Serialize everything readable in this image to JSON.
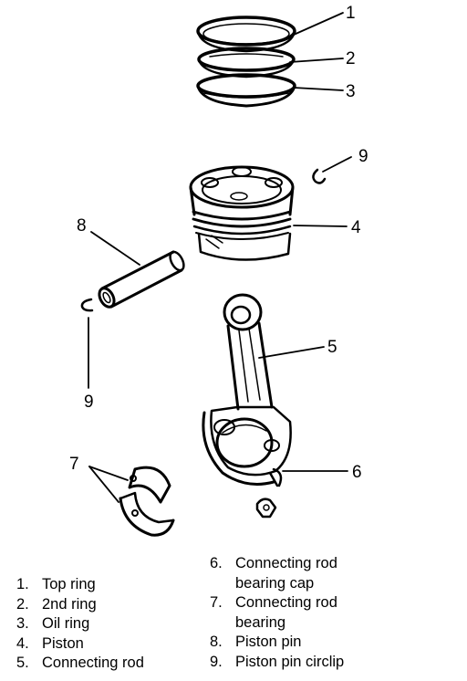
{
  "callouts": [
    "1",
    "2",
    "3",
    "9",
    "4",
    "8",
    "5",
    "9",
    "7",
    "6"
  ],
  "legend_left": [
    {
      "num": "1.",
      "text": "Top ring"
    },
    {
      "num": "2.",
      "text": "2nd ring"
    },
    {
      "num": "3.",
      "text": "Oil ring"
    },
    {
      "num": "4.",
      "text": "Piston"
    },
    {
      "num": "5.",
      "text": "Connecting rod"
    }
  ],
  "legend_right": [
    {
      "num": "6.",
      "line1": "Connecting rod",
      "line2": "bearing cap"
    },
    {
      "num": "7.",
      "line1": "Connecting rod",
      "line2": "bearing"
    },
    {
      "num": "8.",
      "line1": "Piston pin",
      "line2": ""
    },
    {
      "num": "9.",
      "line1": "Piston pin circlip",
      "line2": ""
    }
  ]
}
